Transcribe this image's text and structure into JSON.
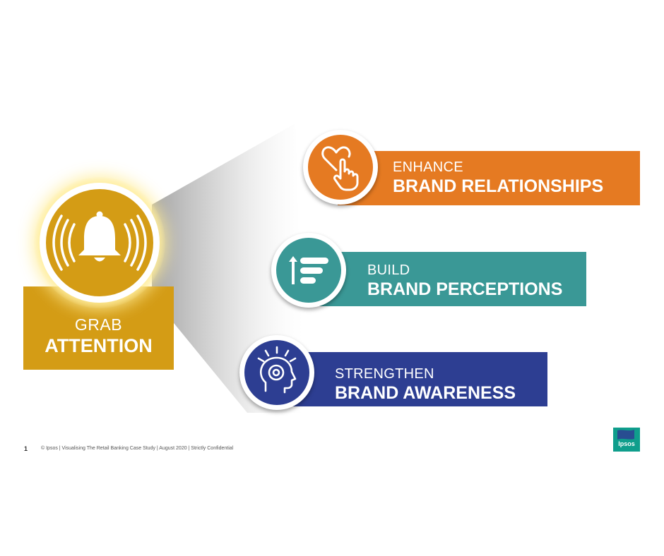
{
  "left": {
    "line1": "GRAB",
    "line2": "ATTENTION",
    "icon": "bell-ringing-icon",
    "color": "#d49c15"
  },
  "items": [
    {
      "line1": "ENHANCE",
      "line2": "BRAND RELATIONSHIPS",
      "icon": "heart-hand-icon",
      "color": "#e57a22"
    },
    {
      "line1": "BUILD",
      "line2": "BRAND PERCEPTIONS",
      "icon": "growth-bars-icon",
      "color": "#3a9896"
    },
    {
      "line1": "STRENGTHEN",
      "line2": "BRAND AWARENESS",
      "icon": "head-idea-icon",
      "color": "#2d3e92"
    }
  ],
  "footer": {
    "page_number": "1",
    "text": "© Ipsos | Visualising The Retail Banking Case Study | August 2020 | Strictly Confidential"
  },
  "logo": {
    "text": "Ipsos",
    "color": "#0f9e8c"
  }
}
